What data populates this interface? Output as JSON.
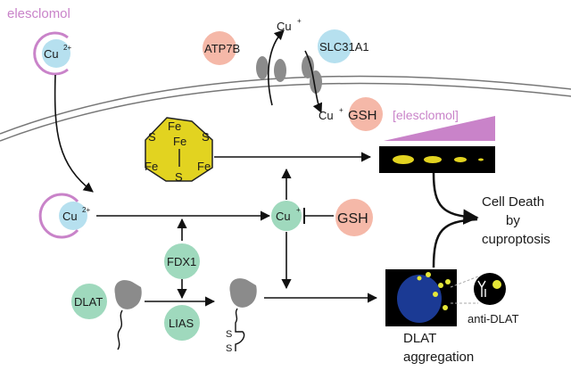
{
  "drug": {
    "name": "elesclomol",
    "color": "#c983c9"
  },
  "ions": {
    "cu2": "Cu",
    "cu2_charge": "2+",
    "cu1": "Cu",
    "cu1_charge": "+"
  },
  "proteins": {
    "atp7b": "ATP7B",
    "slc31a1": "SLC31A1",
    "gsh": "GSH",
    "fdx1": "FDX1",
    "dlat": "DLAT",
    "lias": "LIAS"
  },
  "cluster": {
    "fe": "Fe",
    "s": "S",
    "color": "#e2d320"
  },
  "gel": {
    "label": "[elesclomol]",
    "band_count": 4
  },
  "outcome": {
    "line1": "Cell Death",
    "line2": "by",
    "line3": "cuproptosis"
  },
  "aggregation": {
    "line1": "DLAT",
    "line2": "aggregation",
    "antibody": "anti-DLAT"
  },
  "colors": {
    "salmon": "#f5b8a8",
    "blue": "#b6e0ef",
    "green": "#9fd9bd",
    "gray": "#8b8b8b",
    "purple": "#c983c9",
    "dark_blue": "#1b3a94",
    "yellow": "#e6e838"
  }
}
